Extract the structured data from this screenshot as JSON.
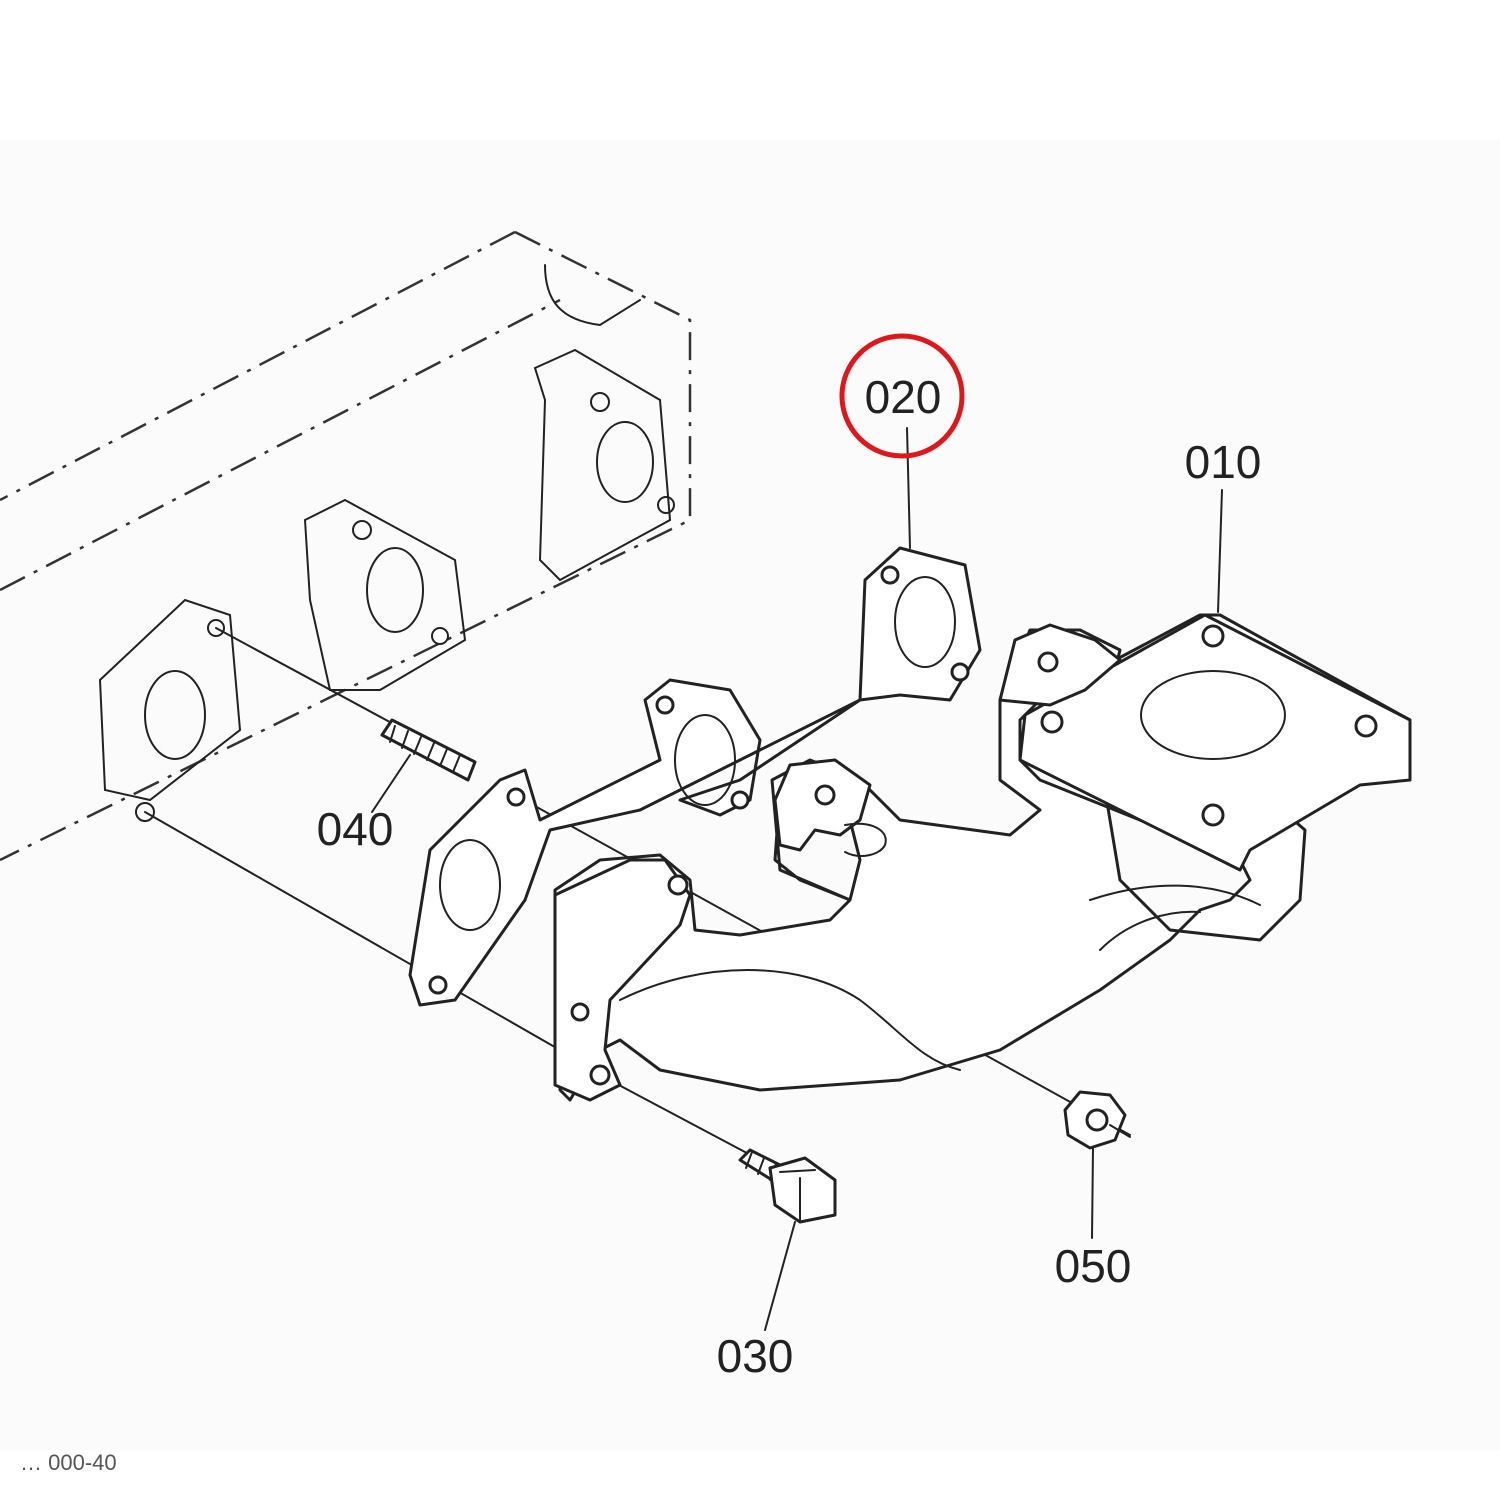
{
  "callouts": {
    "c010": "010",
    "c020": "020",
    "c030": "030",
    "c040": "040",
    "c050": "050"
  },
  "highlight": {
    "target": "020",
    "color": "#e0161b"
  },
  "footer_ref": "…  000-40"
}
